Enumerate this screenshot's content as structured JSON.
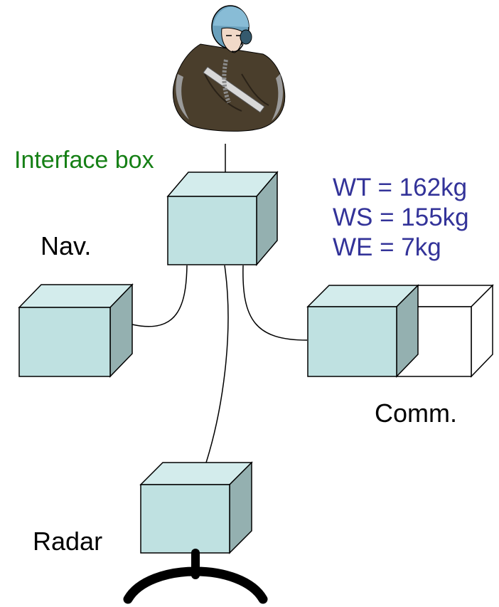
{
  "colors": {
    "box_front": "#bfe1e1",
    "box_top": "#d3ecec",
    "box_side": "#94b0b0",
    "outline": "#000000",
    "weight_text": "#333399",
    "interface_label": "#168016"
  },
  "labels": {
    "interface_box": "Interface box",
    "nav": "Nav.",
    "comm": "Comm.",
    "radar": "Radar"
  },
  "weights": [
    "WT = 162kg",
    "WS = 155kg",
    "WE = 7kg"
  ],
  "icons": {
    "pilot": "pilot-with-headset-icon",
    "antenna": "radar-antenna-icon"
  }
}
